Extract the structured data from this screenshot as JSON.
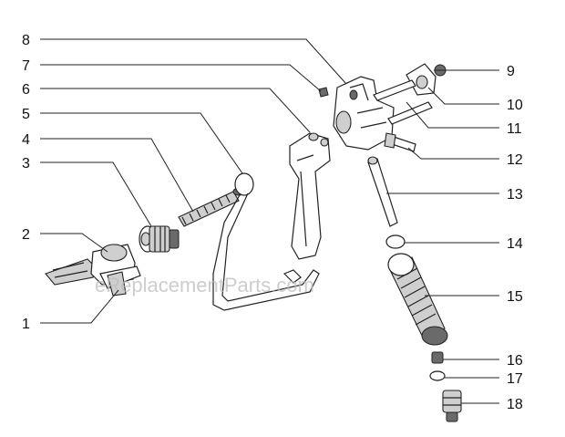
{
  "diagram": {
    "watermark": "eReplacementParts.com",
    "callouts": [
      {
        "label": "1"
      },
      {
        "label": "2"
      },
      {
        "label": "3"
      },
      {
        "label": "4"
      },
      {
        "label": "5"
      },
      {
        "label": "6"
      },
      {
        "label": "7"
      },
      {
        "label": "8"
      },
      {
        "label": "9"
      },
      {
        "label": "10"
      },
      {
        "label": "11"
      },
      {
        "label": "12"
      },
      {
        "label": "13"
      },
      {
        "label": "14"
      },
      {
        "label": "15"
      },
      {
        "label": "16"
      },
      {
        "label": "17"
      },
      {
        "label": "18"
      }
    ]
  }
}
